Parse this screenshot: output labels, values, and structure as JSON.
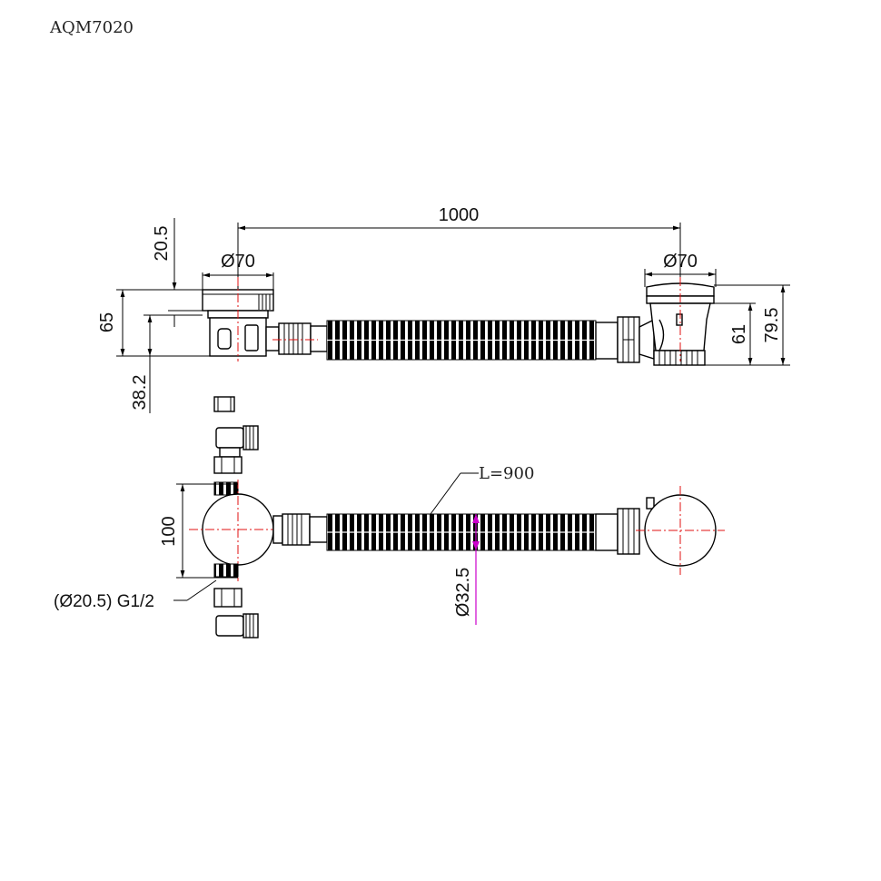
{
  "header": {
    "model_code": "AQM7020"
  },
  "dimensions": {
    "overall_length": "1000",
    "left_diameter": "Ø70",
    "right_diameter": "Ø70",
    "overflow_offset": "20.5",
    "overflow_height": "65",
    "overflow_base": "38.2",
    "waste_height_inner": "61",
    "waste_height_outer": "79.5",
    "plan_height": "100",
    "hose_length": "L=900",
    "hose_diameter": "Ø32.5",
    "inlet_spec": "(Ø20.5) G1/2"
  },
  "colors": {
    "line": "#000000",
    "centerline": "#e01010",
    "accent": "#cc00cc"
  }
}
